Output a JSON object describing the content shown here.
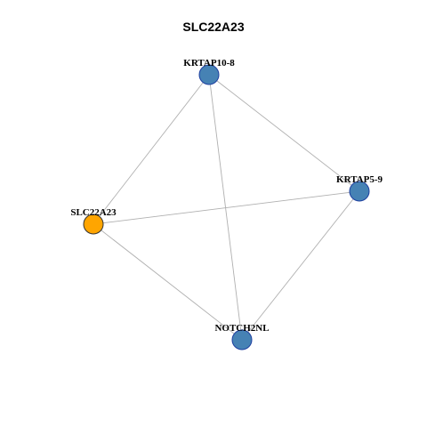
{
  "title": "SLC22A23",
  "colors": {
    "query_node": "#FFA500",
    "partner_node": "#4682B4",
    "partner_stroke": "#1E3FA0",
    "query_stroke": "#333333",
    "edge": "#B0B0B0"
  },
  "nodes": [
    {
      "id": "KRTAP10-8",
      "label": "KRTAP10-8",
      "role": "partner"
    },
    {
      "id": "KRTAP5-9",
      "label": "KRTAP5-9",
      "role": "partner"
    },
    {
      "id": "SLC22A23",
      "label": "SLC22A23",
      "role": "query"
    },
    {
      "id": "NOTCH2NL",
      "label": "NOTCH2NL",
      "role": "partner"
    }
  ],
  "edges": [
    {
      "source": "KRTAP10-8",
      "target": "KRTAP5-9"
    },
    {
      "source": "KRTAP10-8",
      "target": "SLC22A23"
    },
    {
      "source": "KRTAP10-8",
      "target": "NOTCH2NL"
    },
    {
      "source": "SLC22A23",
      "target": "KRTAP5-9"
    },
    {
      "source": "SLC22A23",
      "target": "NOTCH2NL"
    },
    {
      "source": "KRTAP5-9",
      "target": "NOTCH2NL"
    }
  ]
}
